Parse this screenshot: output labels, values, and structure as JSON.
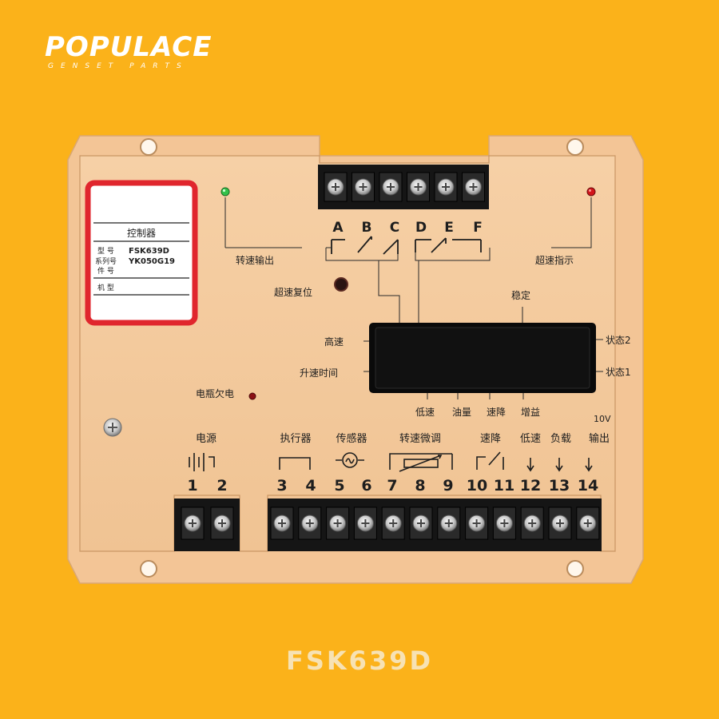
{
  "brand": {
    "name": "POPULACE",
    "tagline": "GENSET PARTS"
  },
  "label_card": {
    "title": "控制器",
    "rows": [
      {
        "label": "型 号",
        "value": "FSK639D"
      },
      {
        "label": "系列号",
        "value": "YK050G19"
      },
      {
        "label": "件 号",
        "value": ""
      },
      {
        "label": "机 型",
        "value": ""
      }
    ]
  },
  "top_terminals": [
    "A",
    "B",
    "C",
    "D",
    "E",
    "F"
  ],
  "texts": {
    "speed_output": "转速输出",
    "overspeed_indicator": "超速指示",
    "overspeed_reset": "超速复位",
    "stable": "稳定",
    "high_speed": "高速",
    "ramp_time": "升速时间",
    "state2": "状态2",
    "state1": "状态1",
    "battery_low": "电瓶欠电",
    "low_speed": "低速",
    "fuel": "油量",
    "speed_drop": "速降",
    "gain": "增益",
    "ten_v": "10V"
  },
  "bottom_groups": [
    {
      "label": "电源"
    },
    {
      "label": "执行器"
    },
    {
      "label": "传感器"
    },
    {
      "label": "转速微调"
    },
    {
      "label": "速降"
    },
    {
      "label": "低速"
    },
    {
      "label": "负载"
    },
    {
      "label": "输出"
    }
  ],
  "bottom_numbers": [
    "1",
    "2",
    "3",
    "4",
    "5",
    "6",
    "7",
    "8",
    "9",
    "10",
    "11",
    "12",
    "13",
    "14"
  ],
  "caption": "FSK639D",
  "colors": {
    "background": "#fbb21a",
    "panel": "#f3c89a",
    "label_border": "#e0262d",
    "terminal_block": "#151515"
  }
}
